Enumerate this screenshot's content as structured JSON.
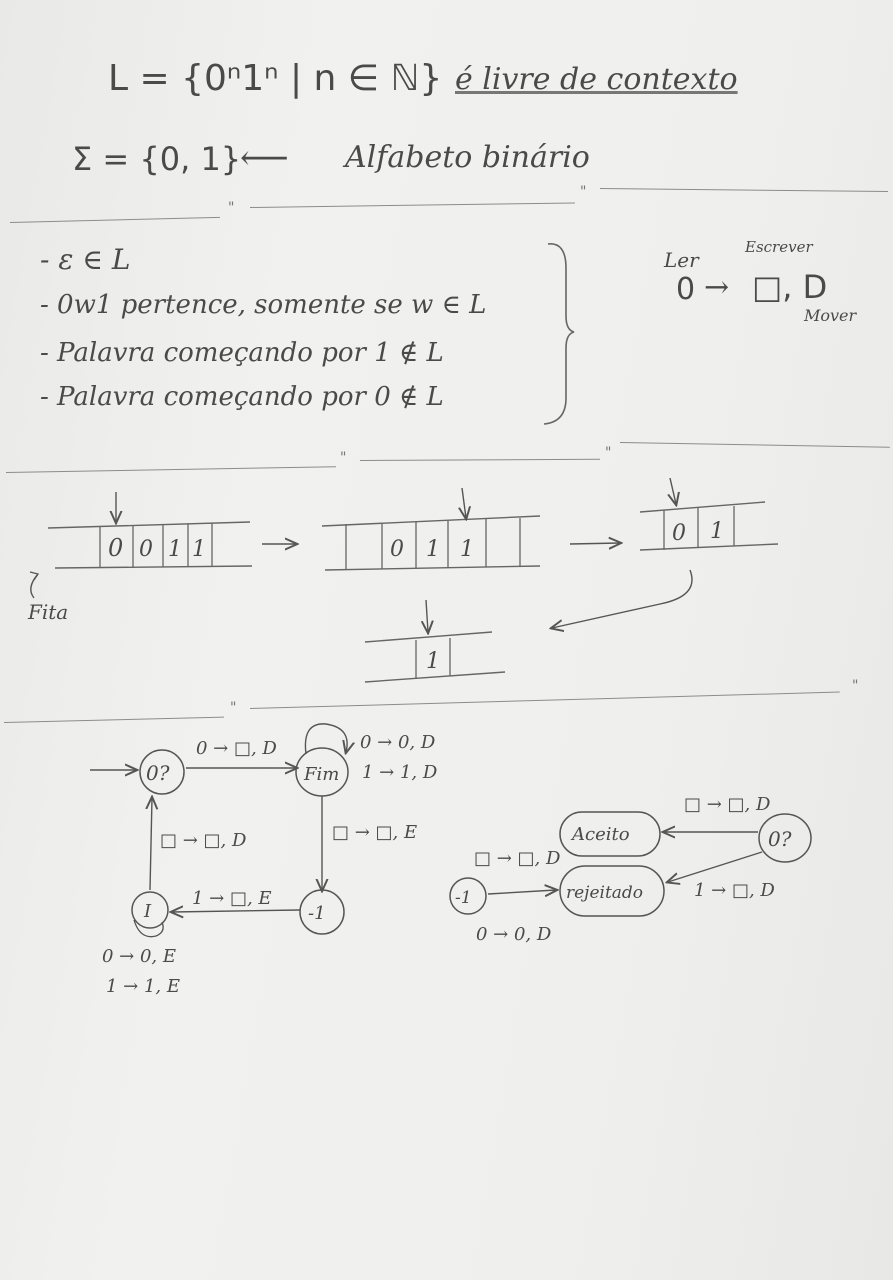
{
  "header": {
    "language_def": "L = {0ⁿ1ⁿ | n ∈ ℕ}",
    "language_note": "é livre de contexto",
    "alphabet_def": "Σ = {0, 1}",
    "alphabet_arrow": "⟵",
    "alphabet_note": "Alfabeto binário"
  },
  "rules": {
    "items": [
      "- ε ∈ L",
      "- 0w1 pertence, somente se w ∈ L",
      "- Palavra começando por 1 ∉ L",
      "- Palavra começando por 0 ∉ L"
    ]
  },
  "legend": {
    "read_label": "Ler",
    "write_label": "Escrever",
    "move_label": "Mover",
    "expression_read": "0",
    "expression_arrow": "→",
    "expression_write": "□, D"
  },
  "tape_example": {
    "tape1": [
      "0",
      "0",
      "1",
      "1"
    ],
    "tape2": [
      "",
      "",
      "0",
      "1",
      "1",
      ""
    ],
    "tape3": [
      "0",
      "1"
    ],
    "tape4": [
      "1"
    ],
    "tape_label": "Fita"
  },
  "ditto_marks": [
    "\"",
    "\"",
    "\"",
    "\"",
    "\"",
    "\""
  ],
  "machine": {
    "states": {
      "q_start": "0?",
      "q_fim": "Fim",
      "q_minus1": "-1",
      "q_I": "I",
      "q_check": "0?",
      "q_accept": "Aceito",
      "q_reject": "rejeitado",
      "q_minus1b": "-1"
    },
    "transitions": {
      "start_to_fim": "0 → □, D",
      "fim_loop_0": "0 → 0, D",
      "fim_loop_1": "1 → 1, D",
      "fim_to_minus1": "□ → □, E",
      "minus1_to_I": "1 → □, E",
      "I_to_start": "□ → □, D",
      "I_loop_0": "0 → 0, E",
      "I_loop_1": "1 → 1, E",
      "check_to_accept": "□ → □, D",
      "check_to_reject": "1 → □, D",
      "minus1b_to_reject": "□ → □, D",
      "minus1b_to_reject_b": "0 → 0, D"
    }
  }
}
